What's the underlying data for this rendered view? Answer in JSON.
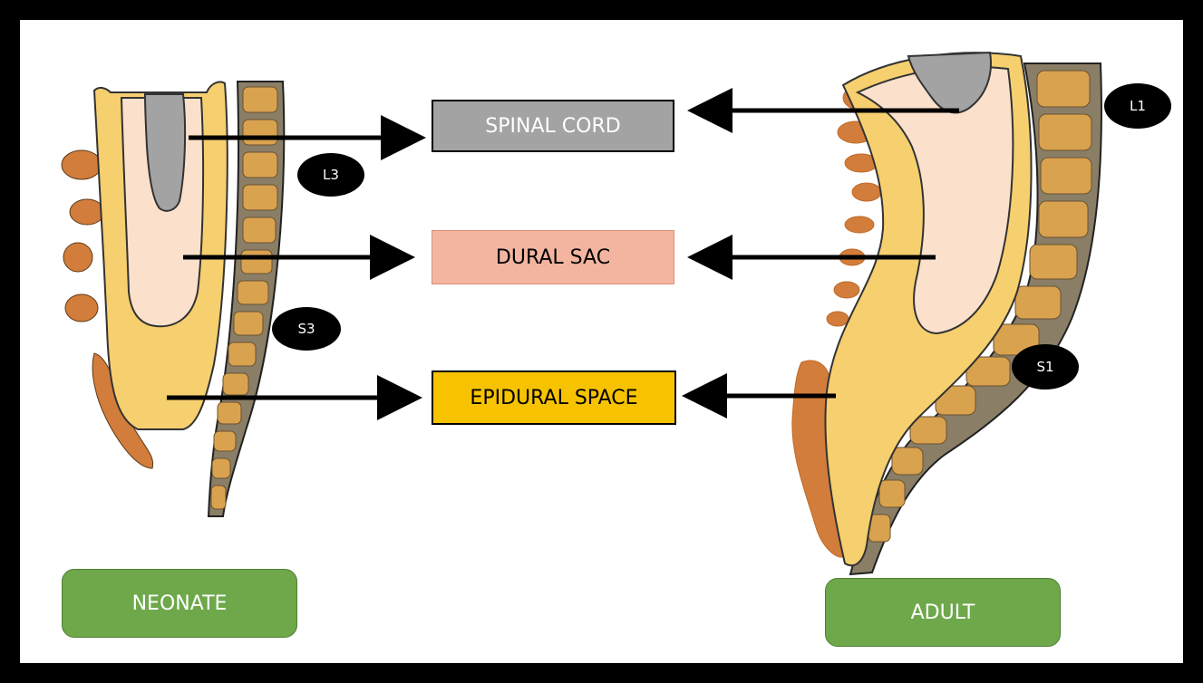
{
  "labels": {
    "spinal_cord": "SPINAL CORD",
    "dural_sac": "DURAL SAC",
    "epidural_space": "EPIDURAL SPACE"
  },
  "neonate": {
    "title": "NEONATE",
    "markers": {
      "upper": "L3",
      "lower": "S3"
    }
  },
  "adult": {
    "title": "ADULT",
    "markers": {
      "upper": "L1",
      "lower": "S1"
    }
  },
  "colors": {
    "spinal_cord": "#a3a3a3",
    "dural_sac": "#f3b5a0",
    "epidural_space": "#f7c300",
    "fat_layer": "#f6cf6f",
    "dura_fill": "#fbe1cc",
    "bone": "#d9a24f",
    "posterior_process": "#d27d3b",
    "box_green": "#6ea84a"
  }
}
